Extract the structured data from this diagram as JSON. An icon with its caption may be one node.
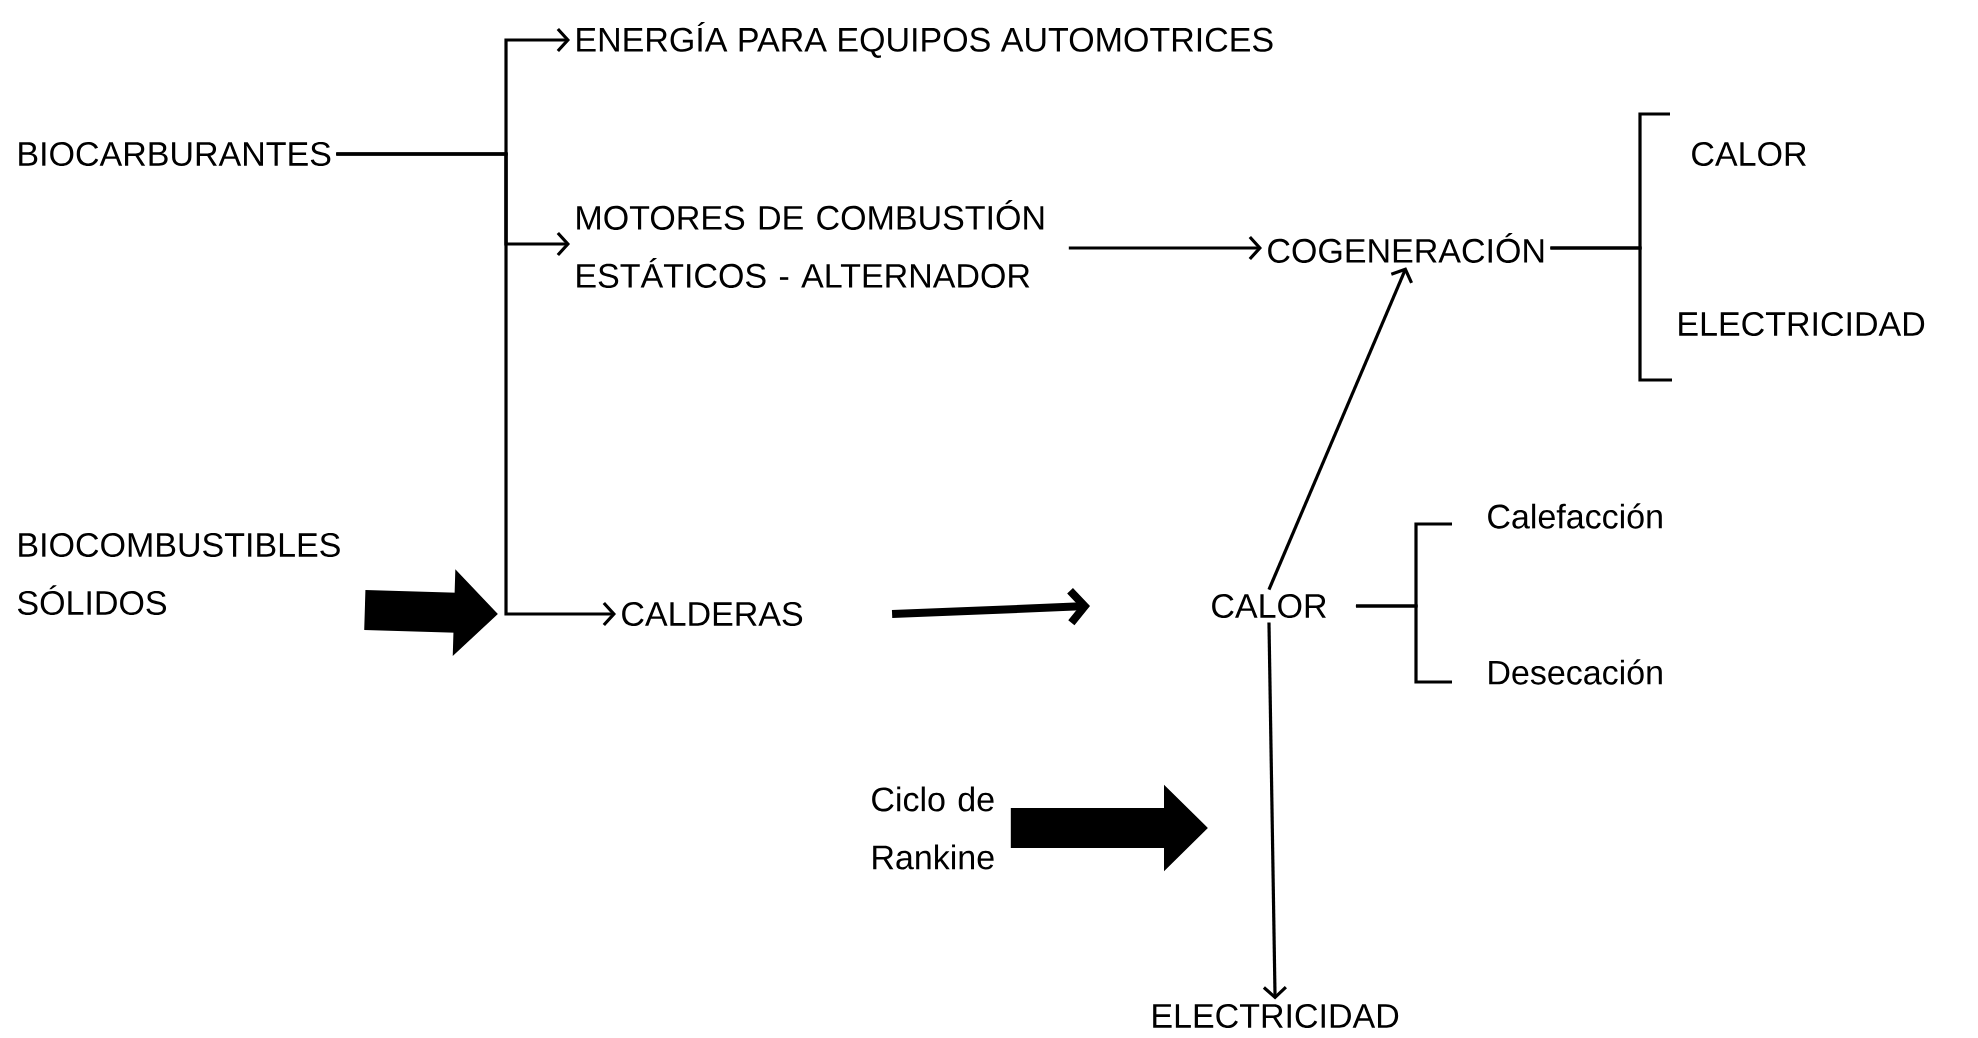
{
  "diagram": {
    "nodes": [
      {
        "text": [
          "BIOCARBURANTES"
        ]
      },
      {
        "text": [
          "BIOCOMBUSTIBLES SÓLIDOS"
        ]
      },
      {
        "text": [
          "ENERGÍA PARA EQUIPOS AUTOMOTRICES"
        ]
      },
      {
        "text": [
          "MOTORES DE COMBUSTIÓN ESTÁTICOS - ALTERNADOR"
        ]
      },
      {
        "text": [
          "CALDERAS"
        ]
      },
      {
        "text": [
          "COGENERACIÓN"
        ]
      },
      {
        "text": [
          "CALOR"
        ]
      },
      {
        "text": [
          "ELECTRICIDAD"
        ]
      },
      {
        "text": [
          "CALOR"
        ]
      },
      {
        "text": [
          "Calefacción"
        ]
      },
      {
        "text": [
          "Desecación"
        ]
      },
      {
        "text": [
          "Ciclo de Rankine"
        ]
      },
      {
        "text": [
          "ELECTRICIDAD"
        ]
      }
    ],
    "edges": [
      {
        "from": 0,
        "to": 2,
        "arrow": "to"
      },
      {
        "from": 0,
        "to": 3,
        "arrow": "to"
      },
      {
        "from": 0,
        "to": 4,
        "arrow": "to"
      },
      {
        "from": 1,
        "to": null,
        "arrow": "to",
        "style": "thick"
      },
      {
        "from": 3,
        "to": 5,
        "arrow": "to"
      },
      {
        "from": 4,
        "to": 8,
        "arrow": "to",
        "style": "thick"
      },
      {
        "from": 8,
        "to": 5,
        "arrow": "to"
      },
      {
        "from": 8,
        "to": 12,
        "arrow": "to"
      },
      {
        "from": 5,
        "to": 6,
        "arrow": "none"
      },
      {
        "from": 5,
        "to": 7,
        "arrow": "none"
      },
      {
        "from": 8,
        "to": 9,
        "arrow": "none"
      },
      {
        "from": 8,
        "to": 10,
        "arrow": "none"
      },
      {
        "from": 11,
        "to": null,
        "arrow": "to",
        "style": "thick"
      }
    ]
  }
}
